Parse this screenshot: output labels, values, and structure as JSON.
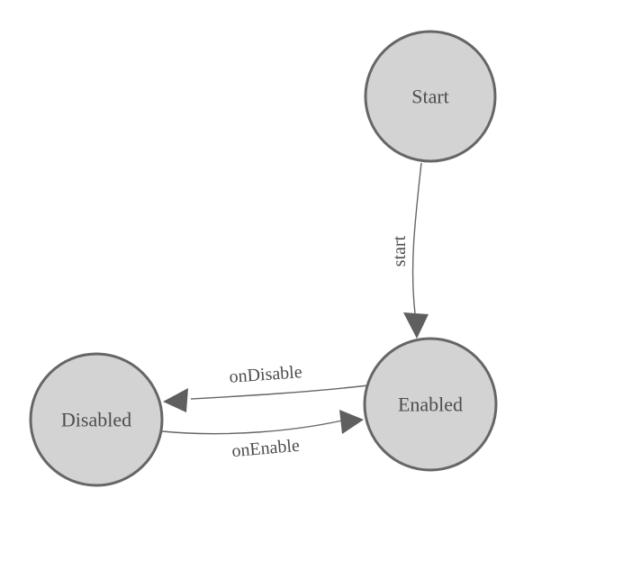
{
  "diagram": {
    "type": "state-machine",
    "nodes": {
      "start": {
        "label": "Start"
      },
      "enabled": {
        "label": "Enabled"
      },
      "disabled": {
        "label": "Disabled"
      }
    },
    "edges": {
      "start_to_enabled": {
        "label": "start",
        "from": "Start",
        "to": "Enabled"
      },
      "enabled_to_disabled": {
        "label": "onDisable",
        "from": "Enabled",
        "to": "Disabled"
      },
      "disabled_to_enabled": {
        "label": "onEnable",
        "from": "Disabled",
        "to": "Enabled"
      }
    },
    "colors": {
      "background": "#ffffff",
      "node_fill": "#d3d3d3",
      "node_border": "#666666",
      "edge_stroke": "#666666",
      "arrow_fill": "#5f5f5f",
      "label_text": "#4d4d4d"
    }
  }
}
